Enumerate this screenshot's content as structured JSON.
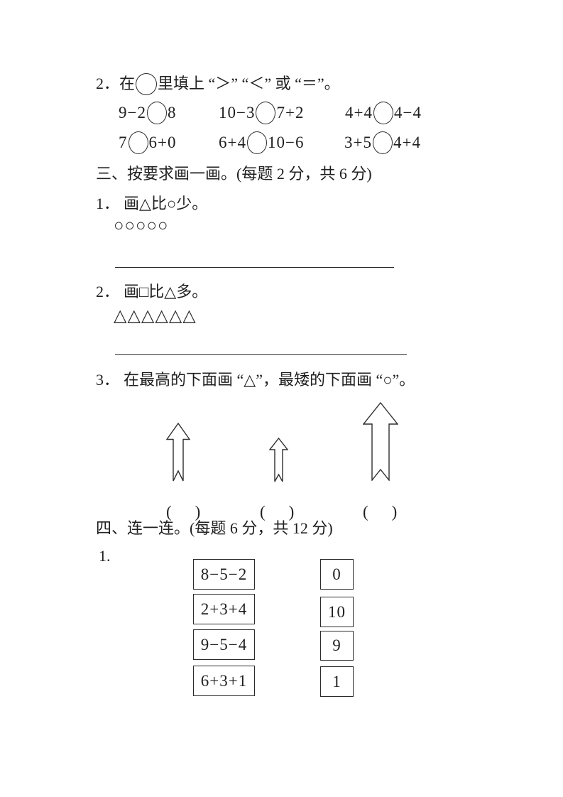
{
  "ink": "#1f1f1f",
  "q2": {
    "number": "2．",
    "pre": "在",
    "post": "里填上 “＞” “＜” 或 “＝”。",
    "rows": [
      [
        {
          "l": "9−2",
          "r": "8"
        },
        {
          "l": "10−3",
          "r": "7+2"
        },
        {
          "l": "4+4",
          "r": "4−4"
        }
      ],
      [
        {
          "l": "7",
          "r": "6+0"
        },
        {
          "l": "6+4",
          "r": "10−6"
        },
        {
          "l": "3+5",
          "r": "4+4"
        }
      ]
    ]
  },
  "sec3": {
    "header": "三、按要求画一画。(每题 2 分，共 6 分)",
    "item1_num": "1．",
    "item1_text": "画△比○少。",
    "item1_given": "○○○○○",
    "item2_num": "2．",
    "item2_text": "画□比△多。",
    "item2_given": "△△△△△△",
    "item3_num": "3．",
    "item3_text": "在最高的下面画 “△”，最矮的下面画 “○”。",
    "arrows": [
      "medium",
      "short",
      "tall"
    ],
    "blank": "(　)"
  },
  "sec4": {
    "header": "四、连一连。(每题 6 分，共 12 分)",
    "item_num": "1.",
    "left": [
      "8−5−2",
      "2+3+4",
      "9−5−4",
      "6+3+1"
    ],
    "right": [
      "0",
      "10",
      "9",
      "1"
    ]
  }
}
